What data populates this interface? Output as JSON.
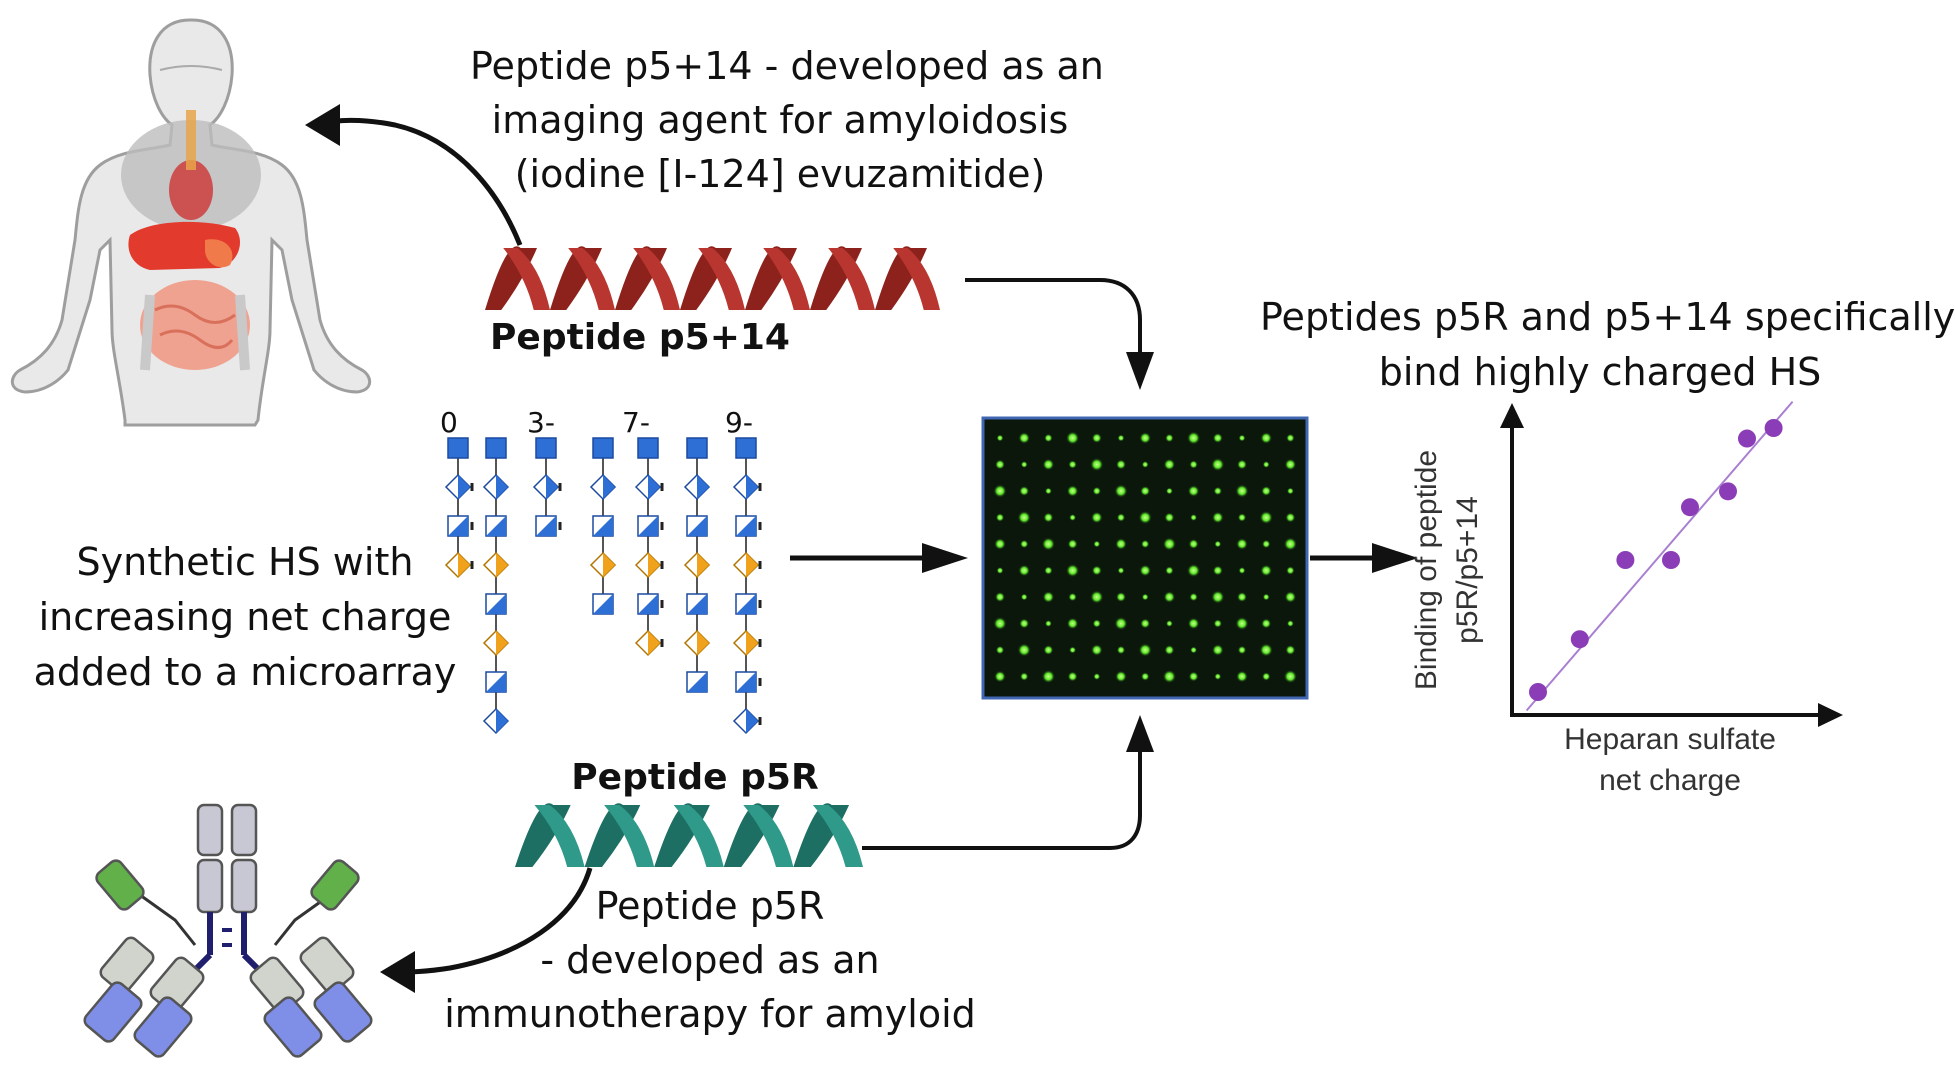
{
  "top_caption": [
    "Peptide p5+14 - developed as an",
    "imaging agent for amyloidosis",
    "(iodine [I-124] evuzamitide)"
  ],
  "p514_label": "Peptide p5+14",
  "p5r_label": "Peptide p5R",
  "bottom_caption": [
    "Peptide p5R",
    "- developed as an",
    "immunotherapy for amyloid"
  ],
  "hs_caption": [
    "Synthetic HS with",
    "increasing net charge",
    "added to a microarray"
  ],
  "charge_labels": [
    "0",
    "3-",
    "7-",
    "9-"
  ],
  "result_caption": [
    "Peptides p5R and p5+14 specifically",
    "bind highly charged HS"
  ],
  "chart_data": {
    "type": "scatter",
    "xlabel": [
      "Heparan sulfate",
      "net charge"
    ],
    "ylabel": [
      "Binding of peptide",
      "p5R/p5+14"
    ],
    "points": [
      [
        0.5,
        0.5
      ],
      [
        1.6,
        1.5
      ],
      [
        2.8,
        3.0
      ],
      [
        4.0,
        3.0
      ],
      [
        4.5,
        4.0
      ],
      [
        5.5,
        4.3
      ],
      [
        6.0,
        5.3
      ],
      [
        6.7,
        5.5
      ]
    ],
    "trendline": true,
    "point_color": "#8a3db6",
    "line_color": "#a97fd0"
  },
  "colors": {
    "helix_red": "#b8362f",
    "helix_teal": "#2f9a8a",
    "glycan_blue": "#2e6fd6",
    "glycan_orange": "#f0a21c",
    "array_bg": "#0b170b",
    "spot_green": "#7cf03a"
  }
}
